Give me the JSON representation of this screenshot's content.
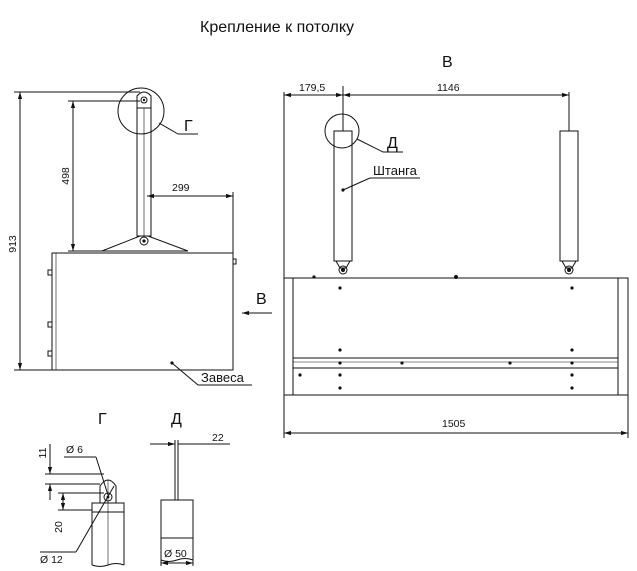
{
  "title": "Крепление к потолку",
  "views": {
    "side": {
      "dim_height_total": "913",
      "dim_rod_height": "498",
      "dim_offset": "299",
      "callout_g": "Г",
      "curtain_label": "Завеса",
      "view_arrow_label": "В"
    },
    "front": {
      "view_title": "В",
      "dim_left": "179,5",
      "dim_between": "1146",
      "dim_width": "1505",
      "callout_d": "Д",
      "rod_label": "Штанга"
    },
    "detail_g": {
      "title": "Г",
      "dim_d6": "Ø 6",
      "dim_11": "11",
      "dim_20": "20",
      "dim_d12": "Ø 12"
    },
    "detail_d": {
      "title": "Д",
      "dim_22": "22",
      "dim_d50": "Ø 50"
    }
  }
}
